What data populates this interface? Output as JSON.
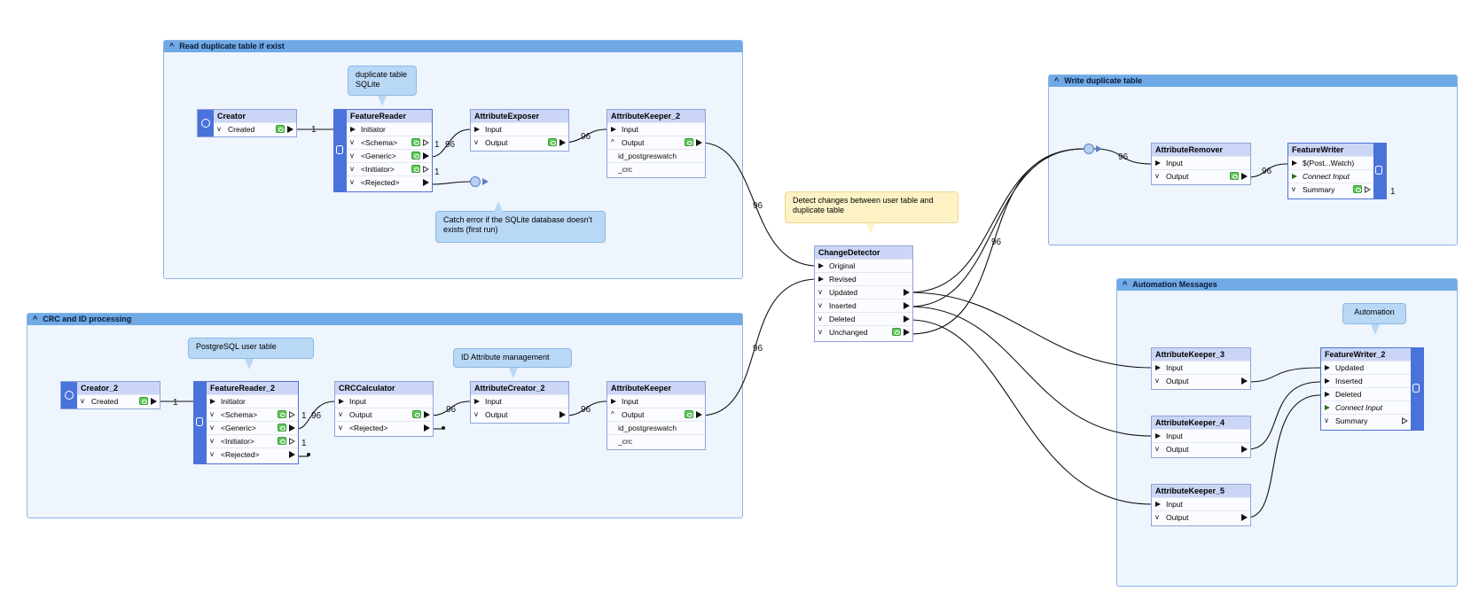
{
  "bookmarks": {
    "read_dup": "Read duplicate table if exist",
    "crc": "CRC and ID processing",
    "write_dup": "Write duplicate table",
    "automation": "Automation Messages"
  },
  "annotations": {
    "dup_sqlite": "duplicate table SQLite",
    "catch_error": "Catch error if the SQLite database doesn't exists (first run)",
    "pg_user": "PostgreSQL user table",
    "id_attr": "ID Attribute management",
    "detect": "Detect changes between user table and duplicate table",
    "automation": "Automation"
  },
  "transformers": {
    "creator": {
      "title": "Creator",
      "ports": [
        "Created"
      ]
    },
    "featurereader": {
      "title": "FeatureReader",
      "ports": [
        "Initiator",
        "<Schema>",
        "<Generic>",
        "<Initiator>",
        "<Rejected>"
      ]
    },
    "attributeexposer": {
      "title": "AttributeExposer",
      "ports": [
        "Input",
        "Output"
      ]
    },
    "attributekeeper_2": {
      "title": "AttributeKeeper_2",
      "ports": [
        "Input",
        "Output",
        "id_postgreswatch",
        "_crc"
      ]
    },
    "creator_2": {
      "title": "Creator_2",
      "ports": [
        "Created"
      ]
    },
    "featurereader_2": {
      "title": "FeatureReader_2",
      "ports": [
        "Initiator",
        "<Schema>",
        "<Generic>",
        "<Initiator>",
        "<Rejected>"
      ]
    },
    "crccalculator": {
      "title": "CRCCalculator",
      "ports": [
        "Input",
        "Output",
        "<Rejected>"
      ]
    },
    "attributecreator_2": {
      "title": "AttributeCreator_2",
      "ports": [
        "Input",
        "Output"
      ]
    },
    "attributekeeper": {
      "title": "AttributeKeeper",
      "ports": [
        "Input",
        "Output",
        "id_postgreswatch",
        "_crc"
      ]
    },
    "changedetector": {
      "title": "ChangeDetector",
      "ports": [
        "Original",
        "Revised",
        "Updated",
        "Inserted",
        "Deleted",
        "Unchanged"
      ]
    },
    "attributeremover": {
      "title": "AttributeRemover",
      "ports": [
        "Input",
        "Output"
      ]
    },
    "featurewriter": {
      "title": "FeatureWriter",
      "ports": [
        "$(Post...Watch)",
        "Connect Input",
        "Summary"
      ]
    },
    "attributekeeper_3": {
      "title": "AttributeKeeper_3",
      "ports": [
        "Input",
        "Output"
      ]
    },
    "attributekeeper_4": {
      "title": "AttributeKeeper_4",
      "ports": [
        "Input",
        "Output"
      ]
    },
    "attributekeeper_5": {
      "title": "AttributeKeeper_5",
      "ports": [
        "Input",
        "Output"
      ]
    },
    "featurewriter_2": {
      "title": "FeatureWriter_2",
      "ports": [
        "Updated",
        "Inserted",
        "Deleted",
        "Connect Input",
        "Summary"
      ]
    }
  },
  "counts": {
    "c1": "1",
    "c96": "96"
  }
}
